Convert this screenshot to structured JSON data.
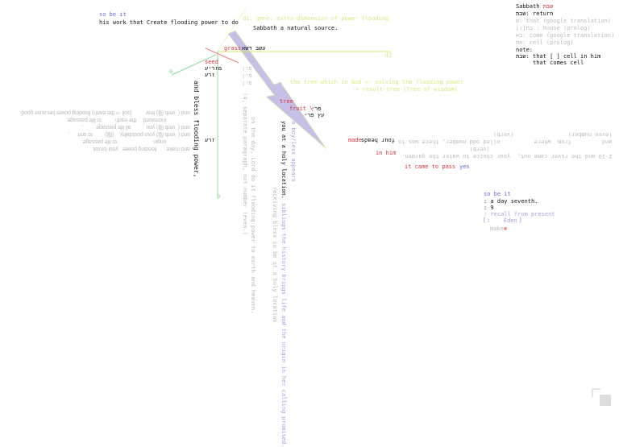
{
  "top_left": {
    "so_be_it": "so be it",
    "work": "his work that Create flooding power to do"
  },
  "center_top": {
    "di_note": "di: gene: extra-dimension of power flooding",
    "sabbath_source": "Sabbath a natural source.",
    "grass": "grass",
    "grass_hebrew": "עשב דשא",
    "di_right": "di",
    "seed": "seed",
    "seed_hebrew_1": "מזריע",
    "seed_hebrew_2": "זרע",
    "rows": [
      "מין",
      "מין",
      "מין"
    ]
  },
  "tree_note": {
    "line1": "the tree which in God <- solving the flooding power",
    "line2": "-> result-tree (Tree of wisdom)"
  },
  "tree": {
    "tree": "tree",
    "fruit": "fruit \\",
    "fruit_hebrew": "פרי",
    "fruit_line": "עץ פרי"
  },
  "vertical": {
    "bless": "and bless flooding power,",
    "zra": "זרע",
    "holy": "you at a holy location.",
    "siblings": "siblings the history brings life and the origin in her calling promised.",
    "boy": "a boy/less appears",
    "receiving": "receiving bless so be at a holy location",
    "paragraph": "(4, separate paragraph, not number (even.)",
    "day": "on the day, Lord do it flooding power to earth and heaven."
  },
  "left_mirrored": [
    "and (  verb 隐) fear          (soil -> the earth) flooding power because good.",
    "                 increased     the earth          to life passage.",
    "and (  verb 隐) you           all life passage         ,",
    "and (  verb 隐) your possibility,    (隐)         to sort      ,",
    "                 origin                          to life passage.",
    "and make       flooding power   your brutal."
  ],
  "right_mirrored": [
    "(even number)                (verb)",
    "and         from  where          o(led odd number, there was to",
    "                                    (verb)",
    "2-10 and the river came out,  your choice to water the garden."
  ],
  "made": {
    "made": "made",
    "four_heads": "four heads",
    "in_him": "in him",
    "came_to_pass": "it came to pass",
    "yes": "yes"
  },
  "sabbath_panel": {
    "title": "Sabbath",
    "title_hebrew": "שבת",
    "lines": [
      "שבת: return",
      "ש: that (google translation)",
      "בת[ו] : house (prolog)",
      "בא: come (google translation)",
      "את: cell (prolog)",
      "note:",
      "שבת: that [ ] cell in him",
      "     that comes cell"
    ]
  },
  "seventh": {
    "so_be_it": "so be it",
    "day": ": a day seventh.",
    "nine": ": 9",
    "recall": ": recall from present",
    "eden": "Eden",
    "make": "make"
  },
  "colors": {
    "bolt": "#c6c0e6",
    "green": "#8edc9a",
    "yellowgreen": "#d4ea70",
    "red": "#f08080"
  }
}
